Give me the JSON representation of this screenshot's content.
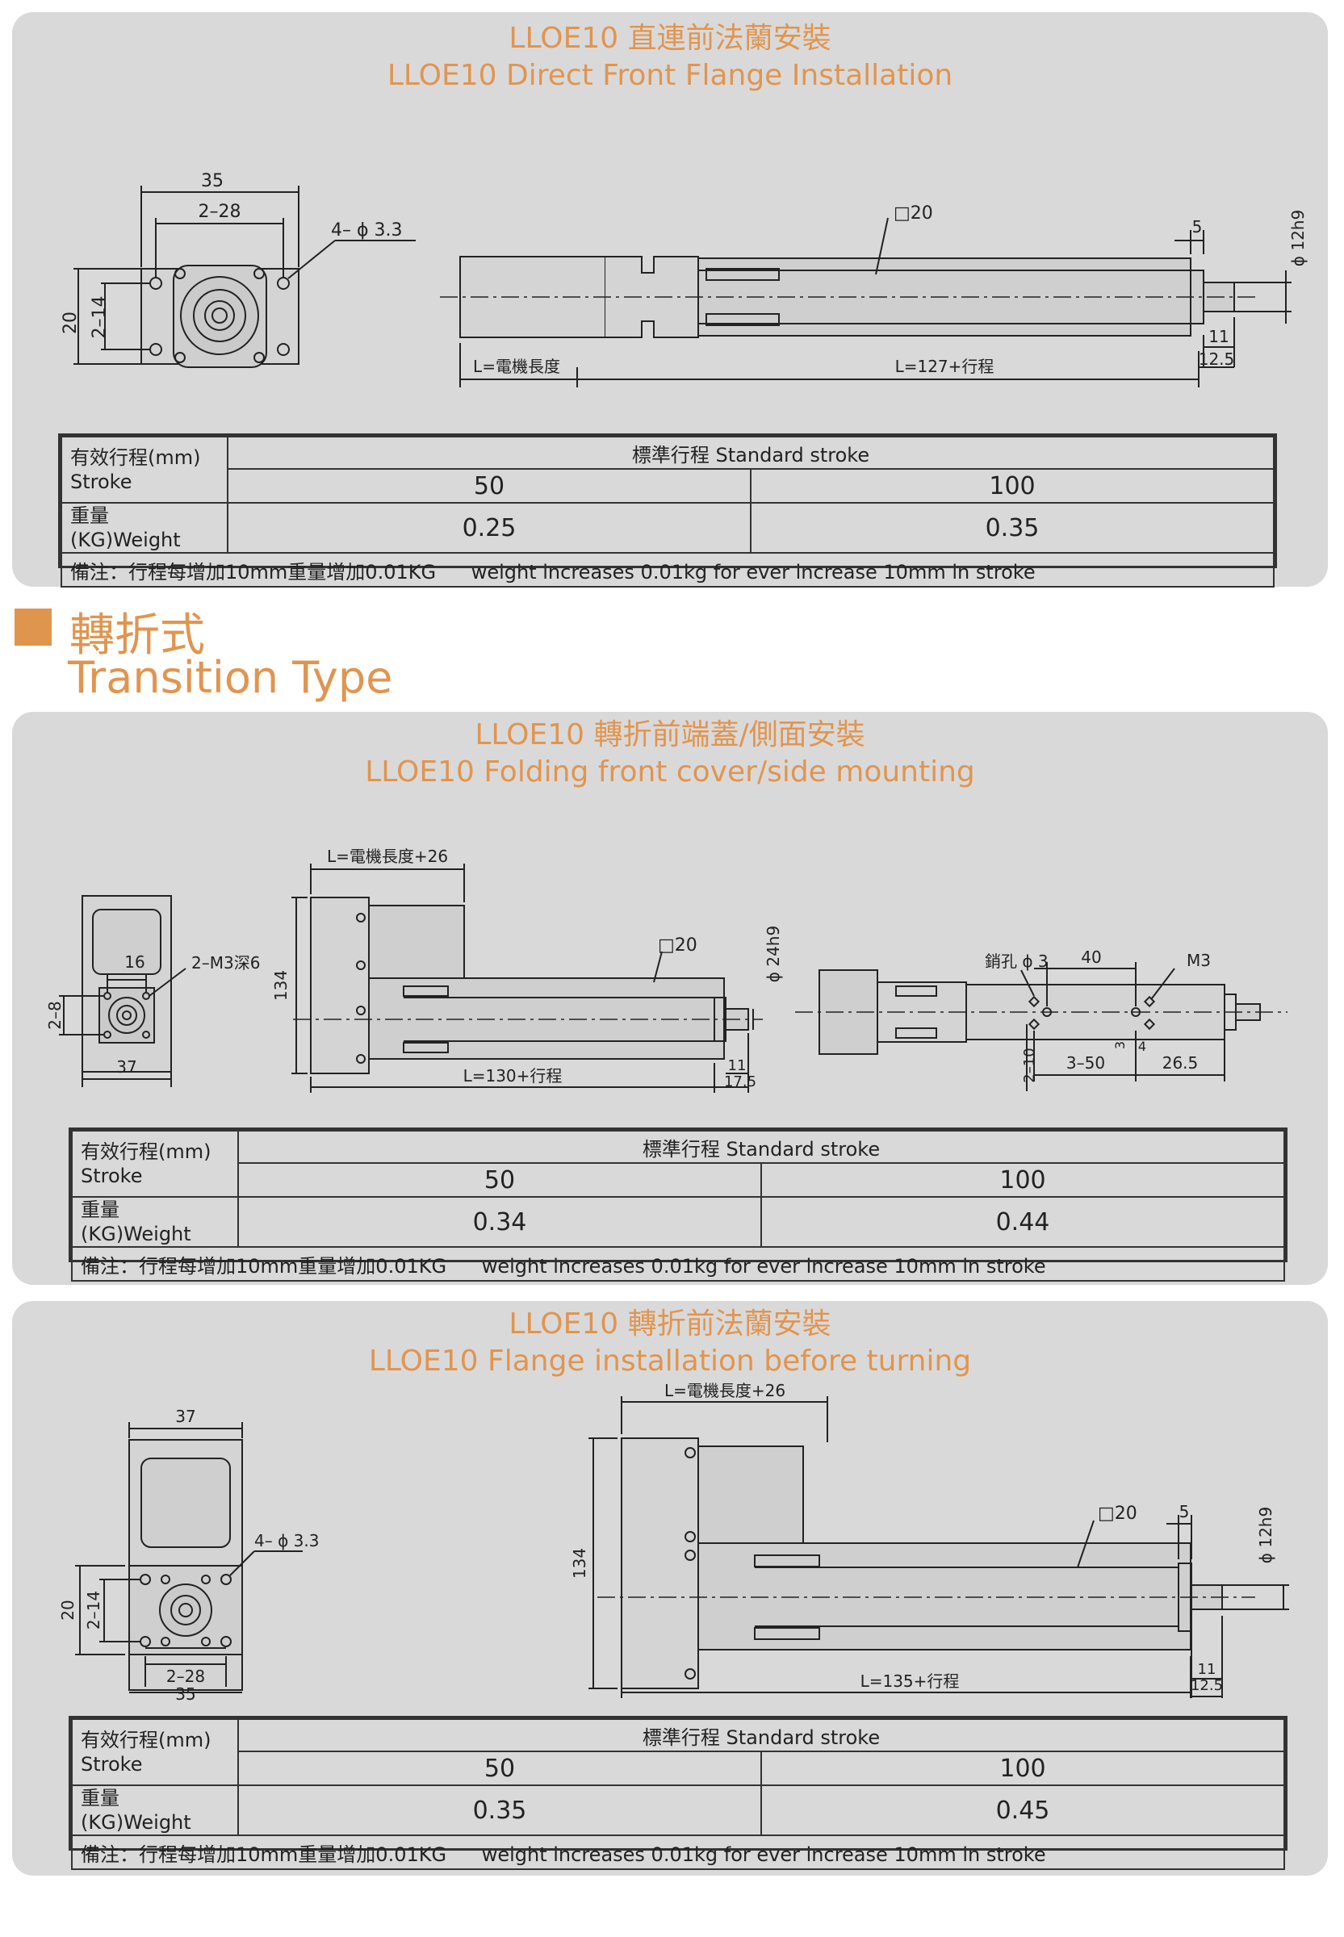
{
  "panel1": {
    "title_zh": "LLOE10 直連前法蘭安裝",
    "title_en": "LLOE10 Direct Front Flange Installation",
    "dims": {
      "d35": "35",
      "d228": "2–28",
      "d4phi": "4– ϕ 3.3",
      "d20": "20",
      "d214": "2–14",
      "sq20": "□20",
      "d5": "5",
      "phi12": "ϕ 12h9",
      "d11": "11",
      "d125": "12.5",
      "lmotor": "L=電機長度",
      "lbody": "L=127+行程"
    },
    "table": {
      "stroke_label_zh": "有效行程(mm)",
      "stroke_label_en": "Stroke",
      "std_header": "標準行程   Standard stroke",
      "s1": "50",
      "s2": "100",
      "weight_label": "重量(KG)Weight",
      "w1": "0.25",
      "w2": "0.35",
      "note_zh": "備注：行程每增加10mm重量增加0.01KG",
      "note_en": "weight increases 0.01kg for ever increase 10mm in stroke"
    }
  },
  "section": {
    "title_zh": "轉折式",
    "title_en": "Transition Type"
  },
  "panel2": {
    "title_zh": "LLOE10 轉折前端蓋/側面安裝",
    "title_en": "LLOE10 Folding front cover/side mounting",
    "dims": {
      "d16": "16",
      "m3": "2–M3深6",
      "d28": "2–8",
      "d37": "37",
      "lmotor": "L=電機長度+26",
      "d134": "134",
      "sq20": "□20",
      "phi24": "ϕ 24h9",
      "d11": "11",
      "d175": "17.5",
      "lbody": "L=130+行程",
      "pin": "銷孔 ϕ 3",
      "d40": "40",
      "m3b": "M3",
      "d3": "3",
      "d4": "4",
      "d350": "3–50",
      "d265": "26.5",
      "d210": "2–10"
    },
    "table": {
      "stroke_label_zh": "有效行程(mm)",
      "stroke_label_en": "Stroke",
      "std_header": "標準行程   Standard stroke",
      "s1": "50",
      "s2": "100",
      "weight_label": "重量(KG)Weight",
      "w1": "0.34",
      "w2": "0.44",
      "note_zh": "備注：行程每增加10mm重量增加0.01KG",
      "note_en": "weight increases 0.01kg for ever increase 10mm in stroke"
    }
  },
  "panel3": {
    "title_zh": "LLOE10 轉折前法蘭安裝",
    "title_en": "LLOE10 Flange installation before turning",
    "dims": {
      "d37": "37",
      "d4phi": "4– ϕ 3.3",
      "d20": "20",
      "d214": "2–14",
      "d228": "2–28",
      "d35": "35",
      "lmotor": "L=電機長度+26",
      "d134": "134",
      "sq20": "□20",
      "d5": "5",
      "phi12": "ϕ 12h9",
      "d11": "11",
      "d125": "12.5",
      "lbody": "L=135+行程"
    },
    "table": {
      "stroke_label_zh": "有效行程(mm)",
      "stroke_label_en": "Stroke",
      "std_header": "標準行程   Standard stroke",
      "s1": "50",
      "s2": "100",
      "weight_label": "重量(KG)Weight",
      "w1": "0.35",
      "w2": "0.45",
      "note_zh": "備注：行程每增加10mm重量增加0.01KG",
      "note_en": "weight increases 0.01kg for ever increase 10mm in stroke"
    }
  }
}
